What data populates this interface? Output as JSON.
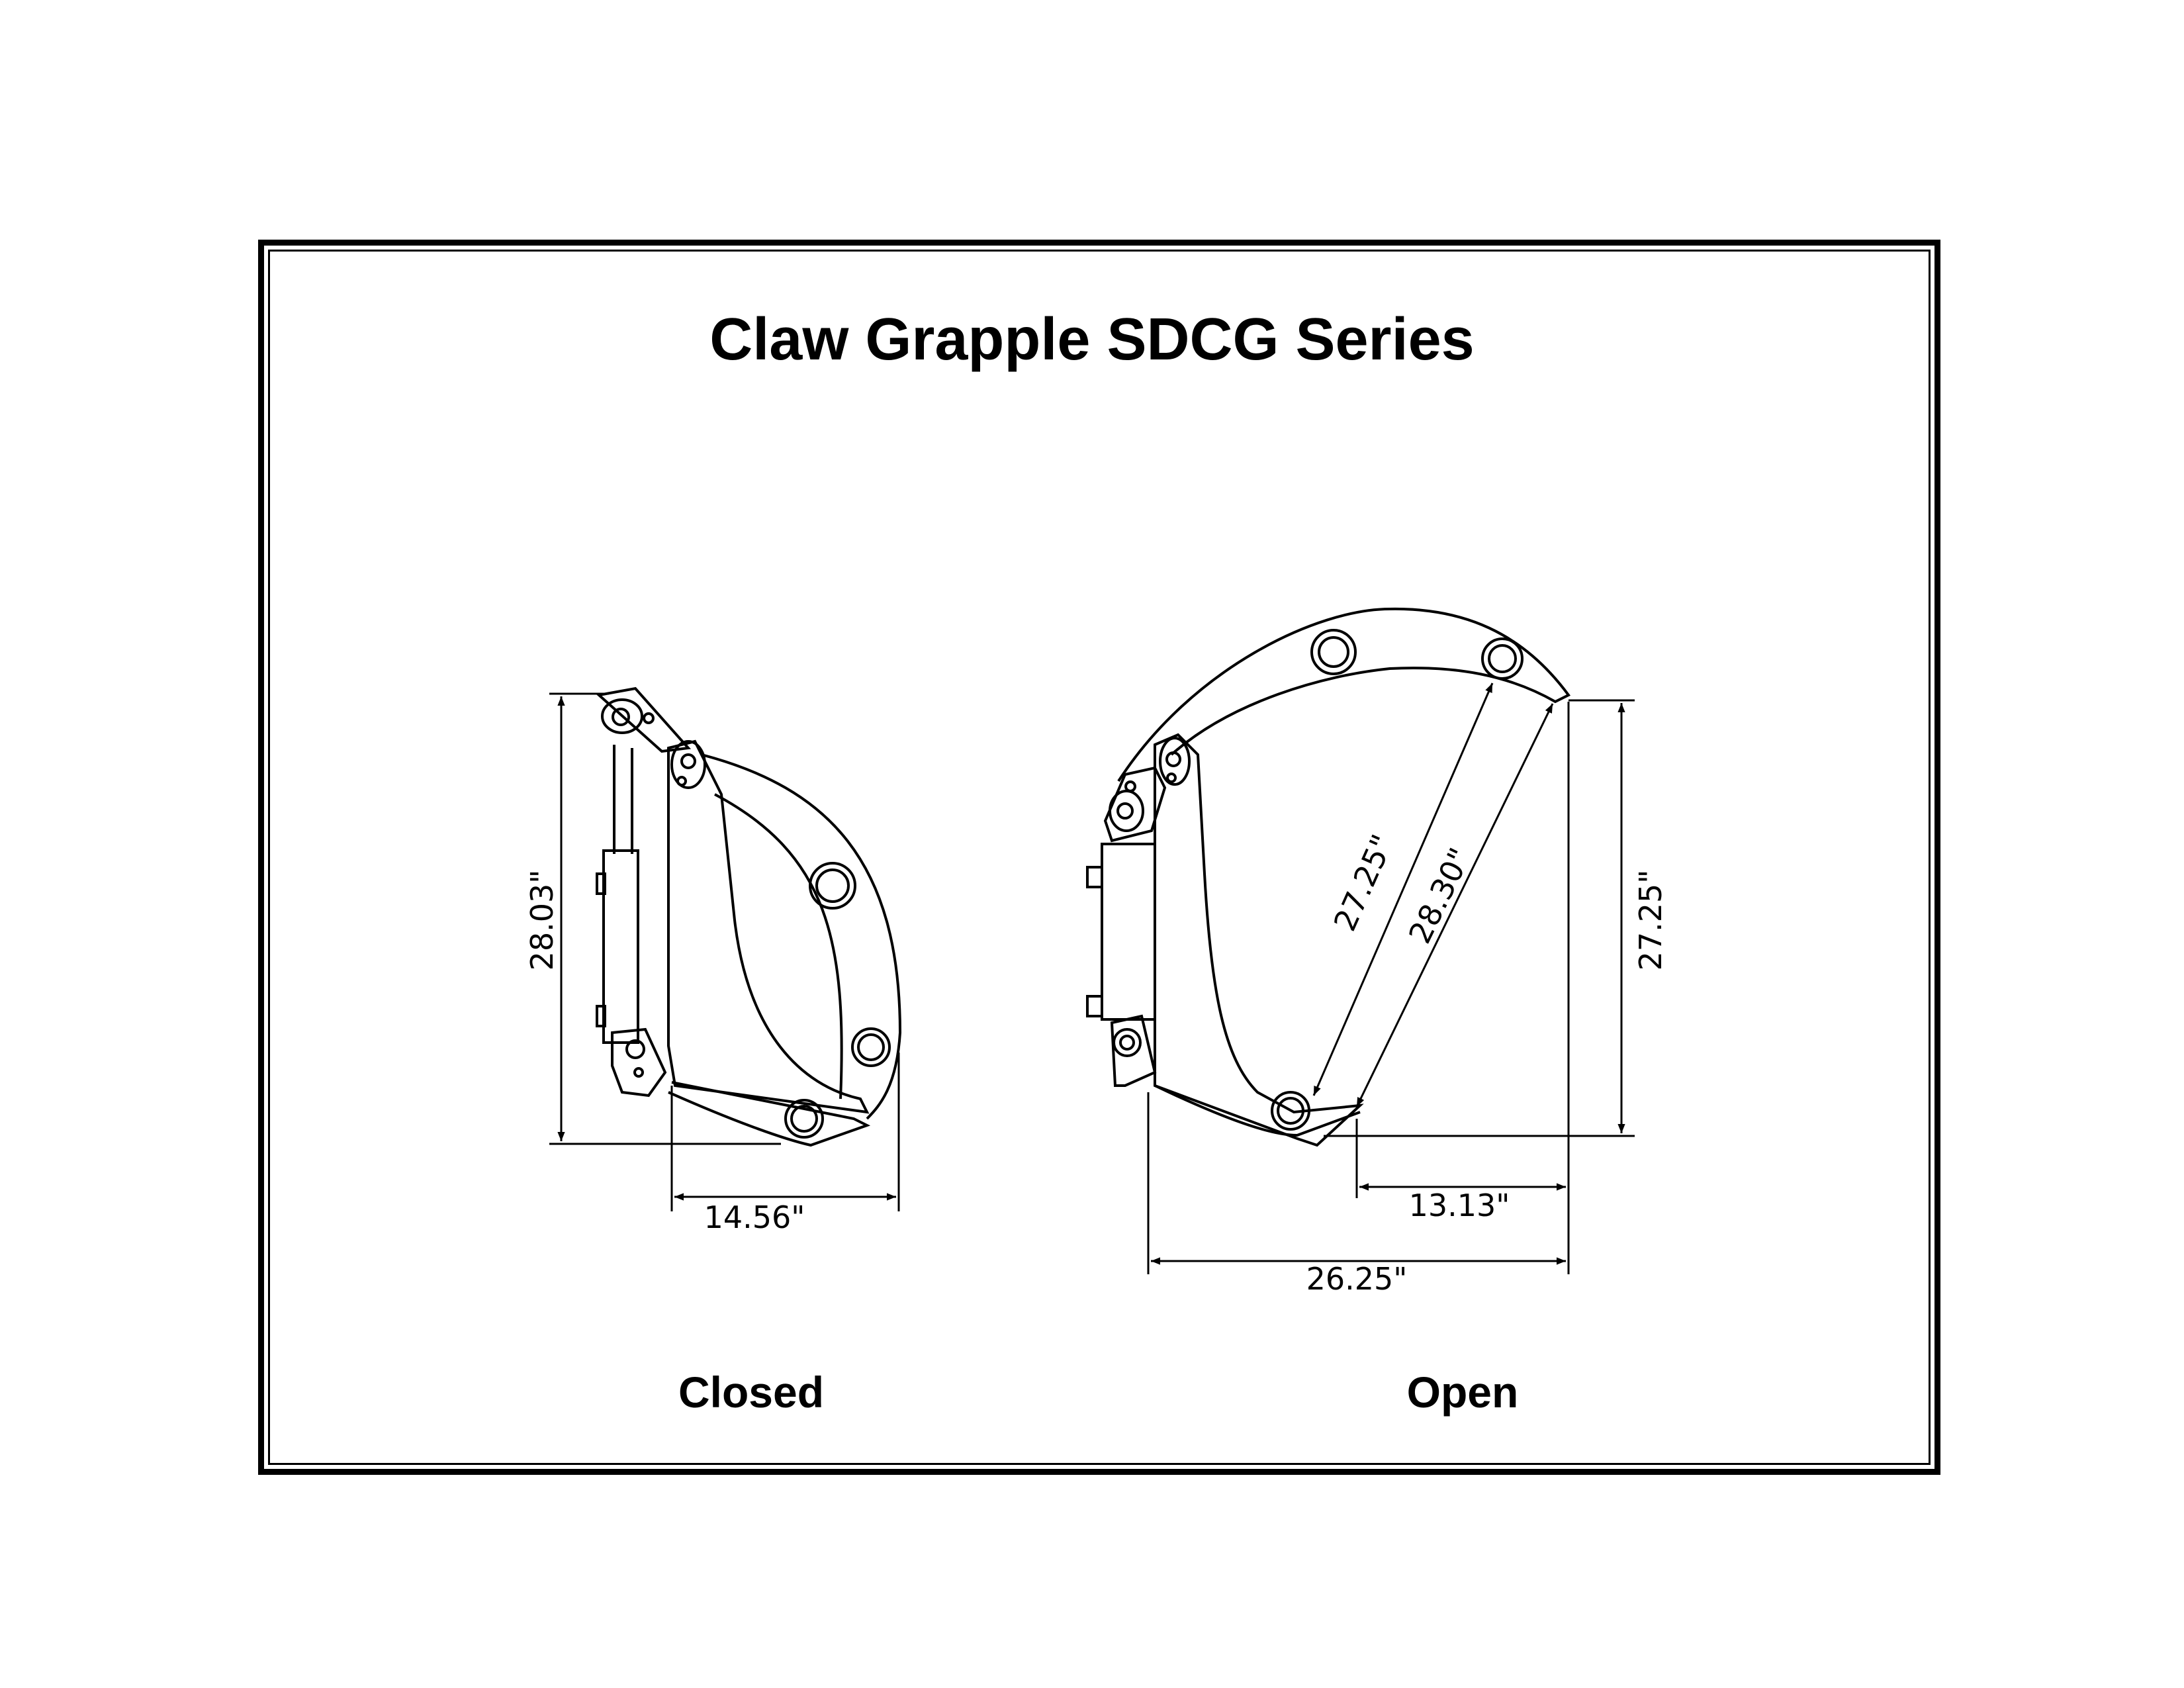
{
  "title": "Claw Grapple SDCG Series",
  "views": {
    "closed": {
      "label": "Closed",
      "height": "28.03\"",
      "width": "14.56\""
    },
    "open": {
      "label": "Open",
      "inner_reach": "27.25\"",
      "outer_reach": "28.30\"",
      "height": "27.25\"",
      "tip_width": "13.13\"",
      "overall_width": "26.25\""
    }
  }
}
